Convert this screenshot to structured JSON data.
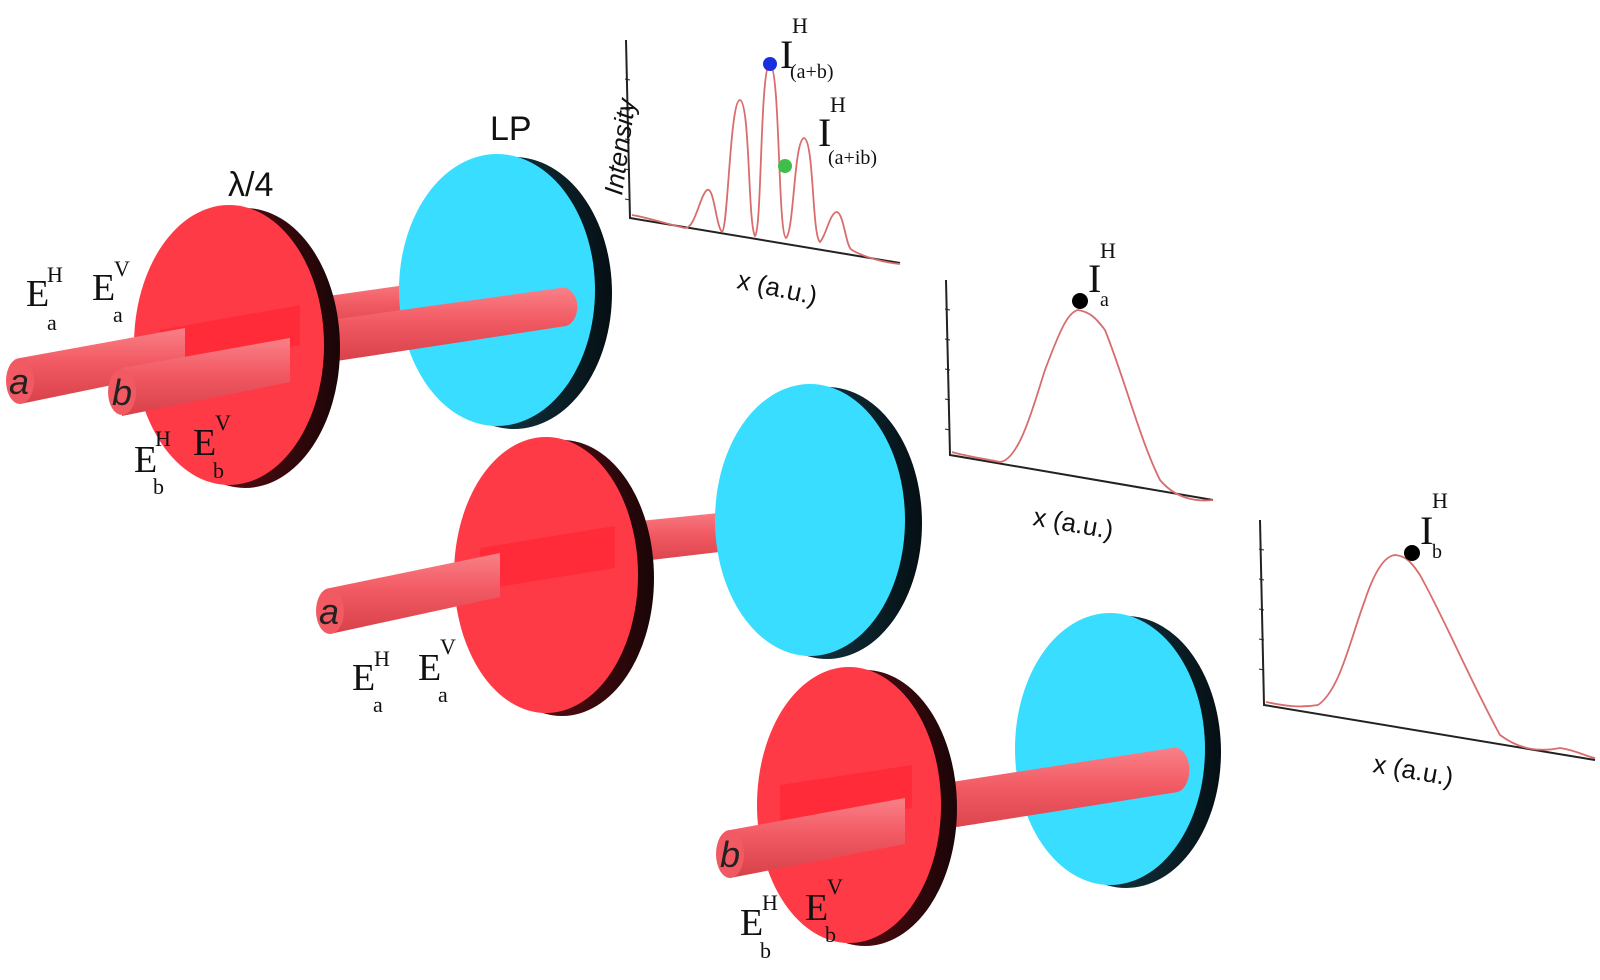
{
  "optics": {
    "waveplate_label": "λ/4",
    "polarizer_label": "LP"
  },
  "beams": {
    "a": "a",
    "b": "b"
  },
  "field_labels": {
    "E": "E",
    "sub_a": "a",
    "sub_b": "b",
    "sup_H": "H",
    "sup_V": "V"
  },
  "plots": {
    "top": {
      "ylabel": "Intensity",
      "xlabel": "x (a.u.)",
      "point1": {
        "base": "I",
        "sup": "H",
        "sub": "(a+b)",
        "color": "#1a2fe0"
      },
      "point2": {
        "base": "I",
        "sup": "H",
        "sub": "(a+ib)",
        "color": "#3fbf4a"
      }
    },
    "middle": {
      "xlabel": "x (a.u.)",
      "point": {
        "base": "I",
        "sup": "H",
        "sub": "a",
        "color": "#000000"
      }
    },
    "bottom": {
      "xlabel": "x (a.u.)",
      "point": {
        "base": "I",
        "sup": "H",
        "sub": "b",
        "color": "#000000"
      }
    }
  },
  "colors": {
    "waveplate": "#ff3a47",
    "waveplate_rim": "#2a0a0c",
    "polarizer": "#38ddff",
    "polarizer_rim": "#0f2a33",
    "beam": "#f25a63",
    "curve": "#d96c6c"
  }
}
